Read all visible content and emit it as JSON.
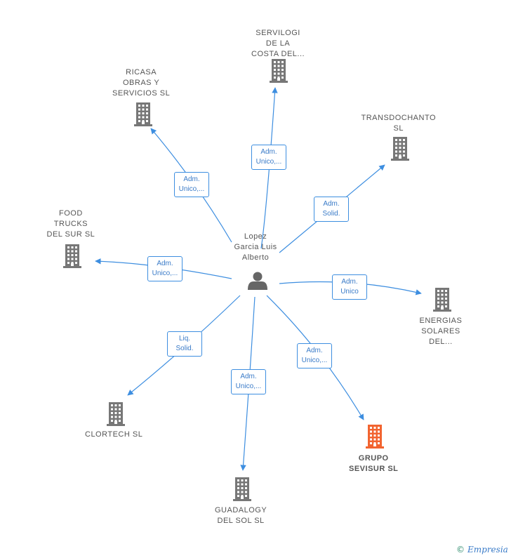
{
  "center": {
    "name_lines": [
      "Lopez",
      "Garcia Luis",
      "Alberto"
    ]
  },
  "nodes": [
    {
      "id": "servilogi",
      "lines": [
        "SERVILOGI",
        "DE LA",
        "COSTA DEL..."
      ],
      "highlight": false
    },
    {
      "id": "ricasa",
      "lines": [
        "RICASA",
        "OBRAS Y",
        "SERVICIOS  SL"
      ],
      "highlight": false
    },
    {
      "id": "transdochanto",
      "lines": [
        "TRANSDOCHANTO",
        "SL"
      ],
      "highlight": false
    },
    {
      "id": "food-trucks",
      "lines": [
        "FOOD",
        "TRUCKS",
        "DEL SUR  SL"
      ],
      "highlight": false
    },
    {
      "id": "energias",
      "lines": [
        "ENERGIAS",
        "SOLARES",
        "DEL..."
      ],
      "highlight": false
    },
    {
      "id": "clortech",
      "lines": [
        "CLORTECH  SL"
      ],
      "highlight": false
    },
    {
      "id": "guadalogy",
      "lines": [
        "GUADALOGY",
        "DEL SOL  SL"
      ],
      "highlight": false
    },
    {
      "id": "grupo-sevisur",
      "lines": [
        "GRUPO",
        "SEVISUR  SL"
      ],
      "highlight": true
    }
  ],
  "edges": [
    {
      "to": "servilogi",
      "lines": [
        "Adm.",
        "Unico,..."
      ]
    },
    {
      "to": "ricasa",
      "lines": [
        "Adm.",
        "Unico,..."
      ]
    },
    {
      "to": "transdochanto",
      "lines": [
        "Adm.",
        "Solid."
      ]
    },
    {
      "to": "food-trucks",
      "lines": [
        "Adm.",
        "Unico,..."
      ]
    },
    {
      "to": "energias",
      "lines": [
        "Adm.",
        "Unico"
      ]
    },
    {
      "to": "clortech",
      "lines": [
        "Liq.",
        "Solid."
      ]
    },
    {
      "to": "guadalogy",
      "lines": [
        "Adm.",
        "Unico,..."
      ]
    },
    {
      "to": "grupo-sevisur",
      "lines": [
        "Adm.",
        "Unico,..."
      ]
    }
  ],
  "colors": {
    "building": "#777777",
    "building_highlight": "#f26430",
    "edge": "#3d8ee0",
    "person": "#666666"
  },
  "icons": {
    "company": "building-icon",
    "person": "person-icon"
  },
  "credit": {
    "symbol": "©",
    "brand": "Empresia"
  }
}
